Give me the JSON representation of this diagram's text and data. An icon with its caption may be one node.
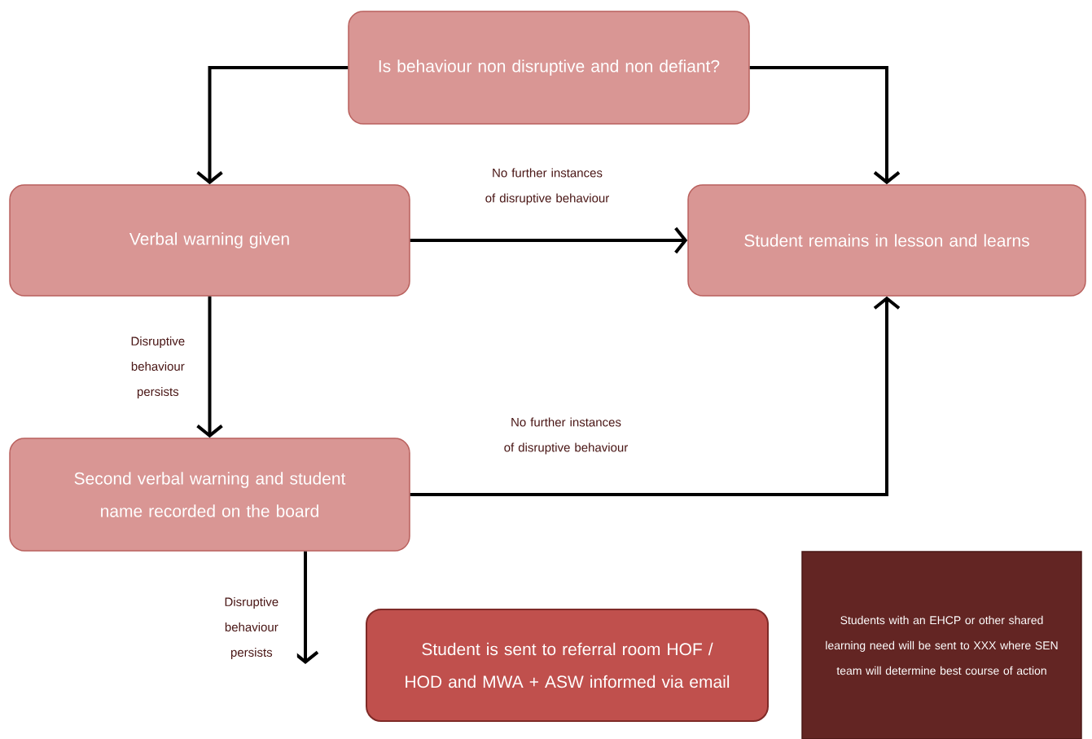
{
  "diagram": {
    "nodes": [
      {
        "text": [
          "Is behaviour non disruptive and non defiant?"
        ]
      },
      {
        "text": [
          "Verbal warning given"
        ]
      },
      {
        "text": [
          "Student remains in lesson and learns"
        ]
      },
      {
        "text": [
          "Second verbal warning and student name recorded on the board"
        ]
      },
      {
        "text": [
          "Student is sent to referral room HOF / HOD and MWA + ASW informed via email"
        ]
      },
      {
        "text": [
          "Students with an EHCP or other shared learning need will be sent to XXX where SEN team will determine best course of action"
        ]
      }
    ],
    "edges": [
      {
        "from": 0,
        "to": 1,
        "arrow": "to"
      },
      {
        "from": 0,
        "to": 2,
        "arrow": "to"
      },
      {
        "from": 1,
        "to": 2,
        "arrow": "to",
        "label": "No further instances of disruptive behaviour"
      },
      {
        "from": 1,
        "to": 3,
        "arrow": "to",
        "label": "Disruptive behaviour persists"
      },
      {
        "from": 3,
        "to": 2,
        "arrow": "to",
        "label": "No further instances of disruptive behaviour"
      },
      {
        "from": 3,
        "to": null,
        "arrow": "to",
        "label": "Disruptive behaviour persists"
      }
    ]
  }
}
